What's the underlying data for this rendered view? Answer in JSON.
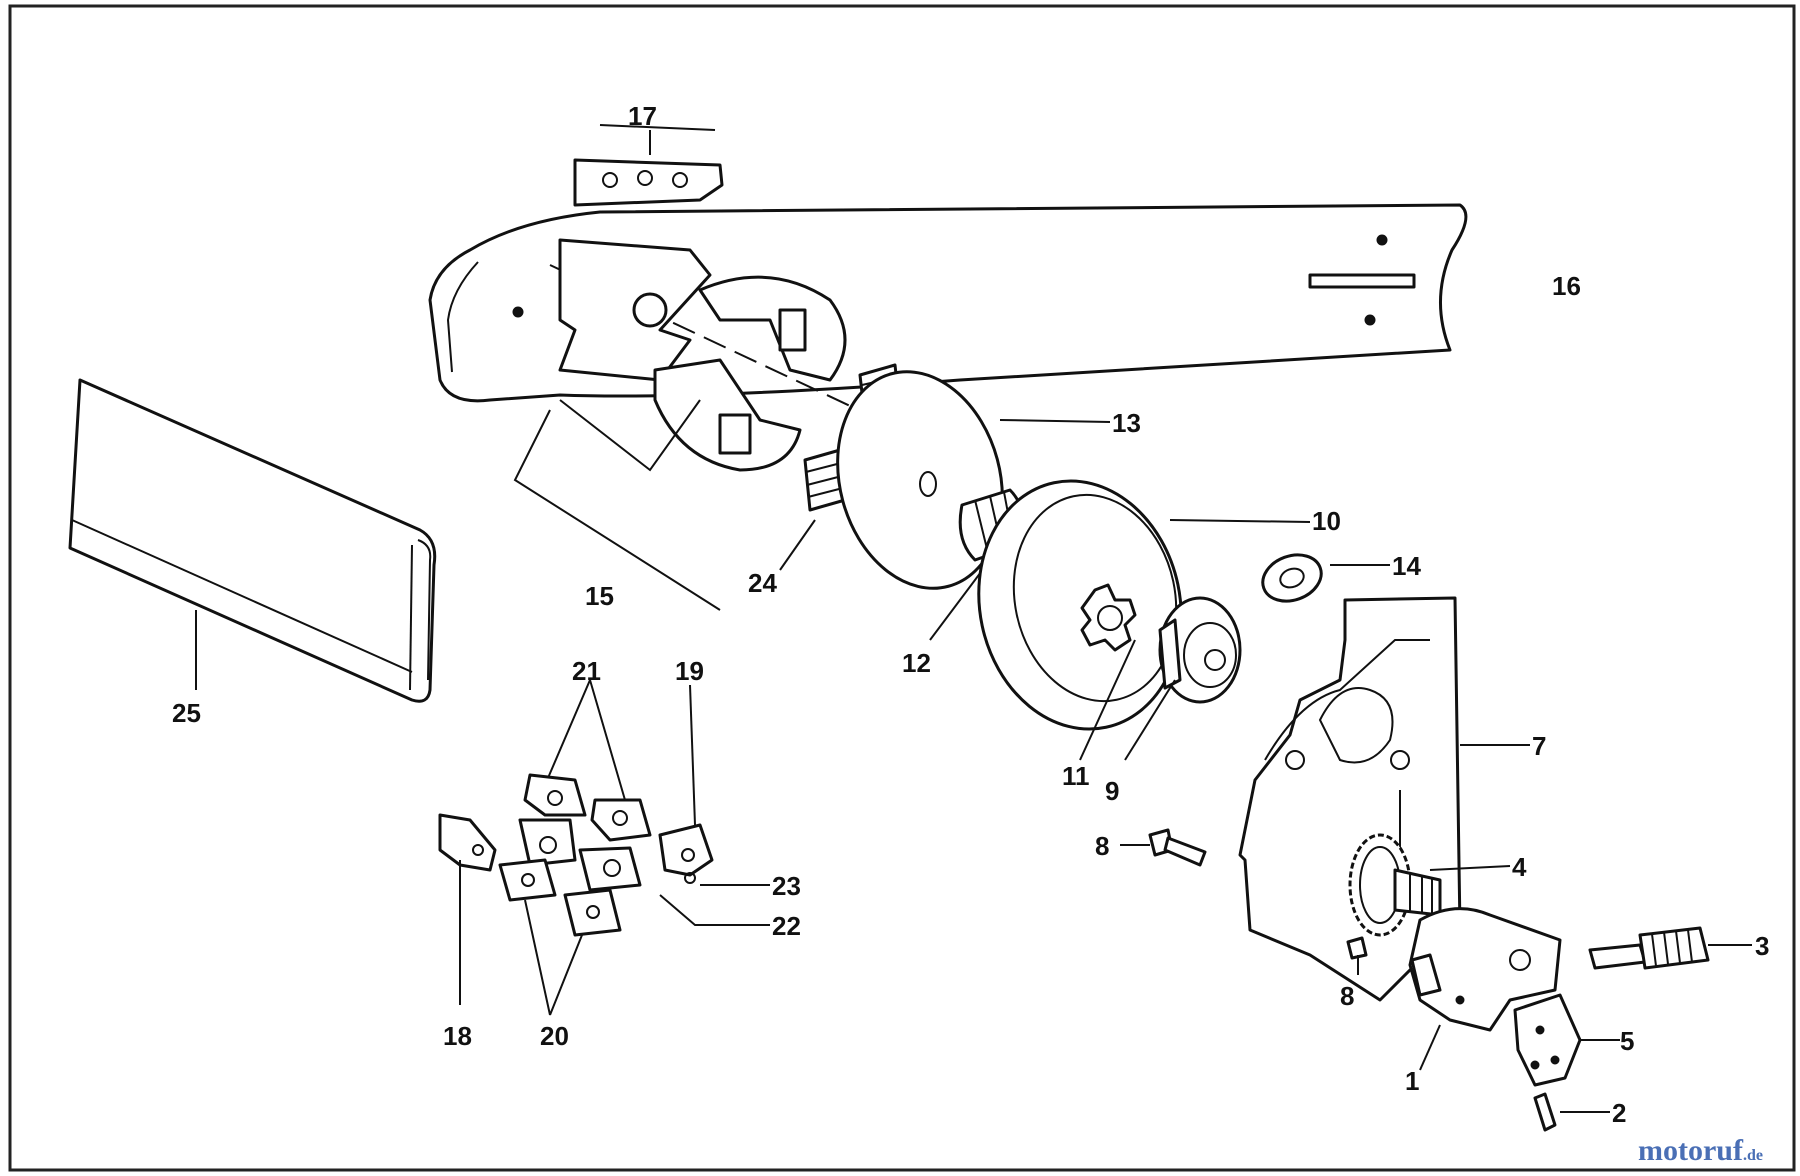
{
  "diagram": {
    "labels": {
      "l1": "1",
      "l2": "2",
      "l3": "3",
      "l4": "4",
      "l5": "5",
      "l6": "8",
      "l7": "7",
      "l8": "8",
      "l9": "9",
      "l10": "10",
      "l11": "11",
      "l12": "12",
      "l13": "13",
      "l14": "14",
      "l15": "15",
      "l16": "16",
      "l17": "17",
      "l18": "18",
      "l19": "19",
      "l20": "20",
      "l21": "21",
      "l22": "22",
      "l23": "23",
      "l24": "24",
      "l25": "25"
    }
  },
  "watermark": {
    "brand": "motoruf",
    "tld": ".de"
  },
  "colors": {
    "ink": "#111111",
    "paper": "#ffffff",
    "brand_blue": "#4a6fb5",
    "brand_orange": "#e39a2a"
  }
}
